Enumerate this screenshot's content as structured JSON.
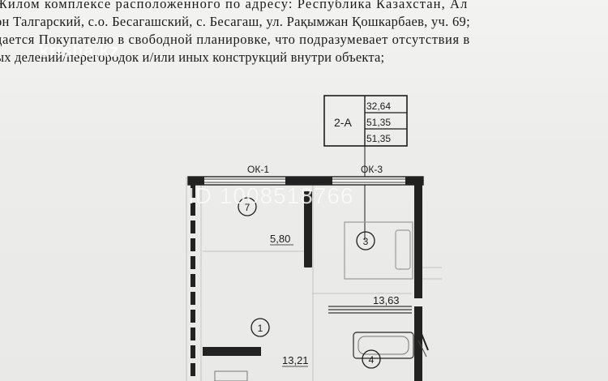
{
  "document": {
    "lines": [
      "Жилом комплексе расположенного по адресу: Республика Казахстан, Ал",
      "он Талгарский, с.о. Бесагашский, с. Бесагаш, ул. Рақымжан Қошкарбаев, уч. 69;",
      "дается Покупателю в свободной планировке, что подразумевает отсутствия в",
      "ых делений/перегородок и/или иных конструкций внутри объекта;"
    ]
  },
  "watermarks": {
    "site": "krisha.kz",
    "listing_id": "ID 1008518766"
  },
  "plan": {
    "unit_table": {
      "unit": "2-A",
      "values": [
        "32,64",
        "51,35",
        "51,35"
      ]
    },
    "window_labels": [
      "ОК-1",
      "ОК-3"
    ],
    "rooms": [
      {
        "number": "7",
        "area": "5,80"
      },
      {
        "number": "3",
        "area": "13,63"
      },
      {
        "number": "1",
        "area": "13,21"
      },
      {
        "number": "4",
        "area": ""
      }
    ]
  },
  "colors": {
    "paper": "#ecece9",
    "ink": "#1c1c1c",
    "wall": "#222222",
    "grid": "#b9b9b9"
  }
}
